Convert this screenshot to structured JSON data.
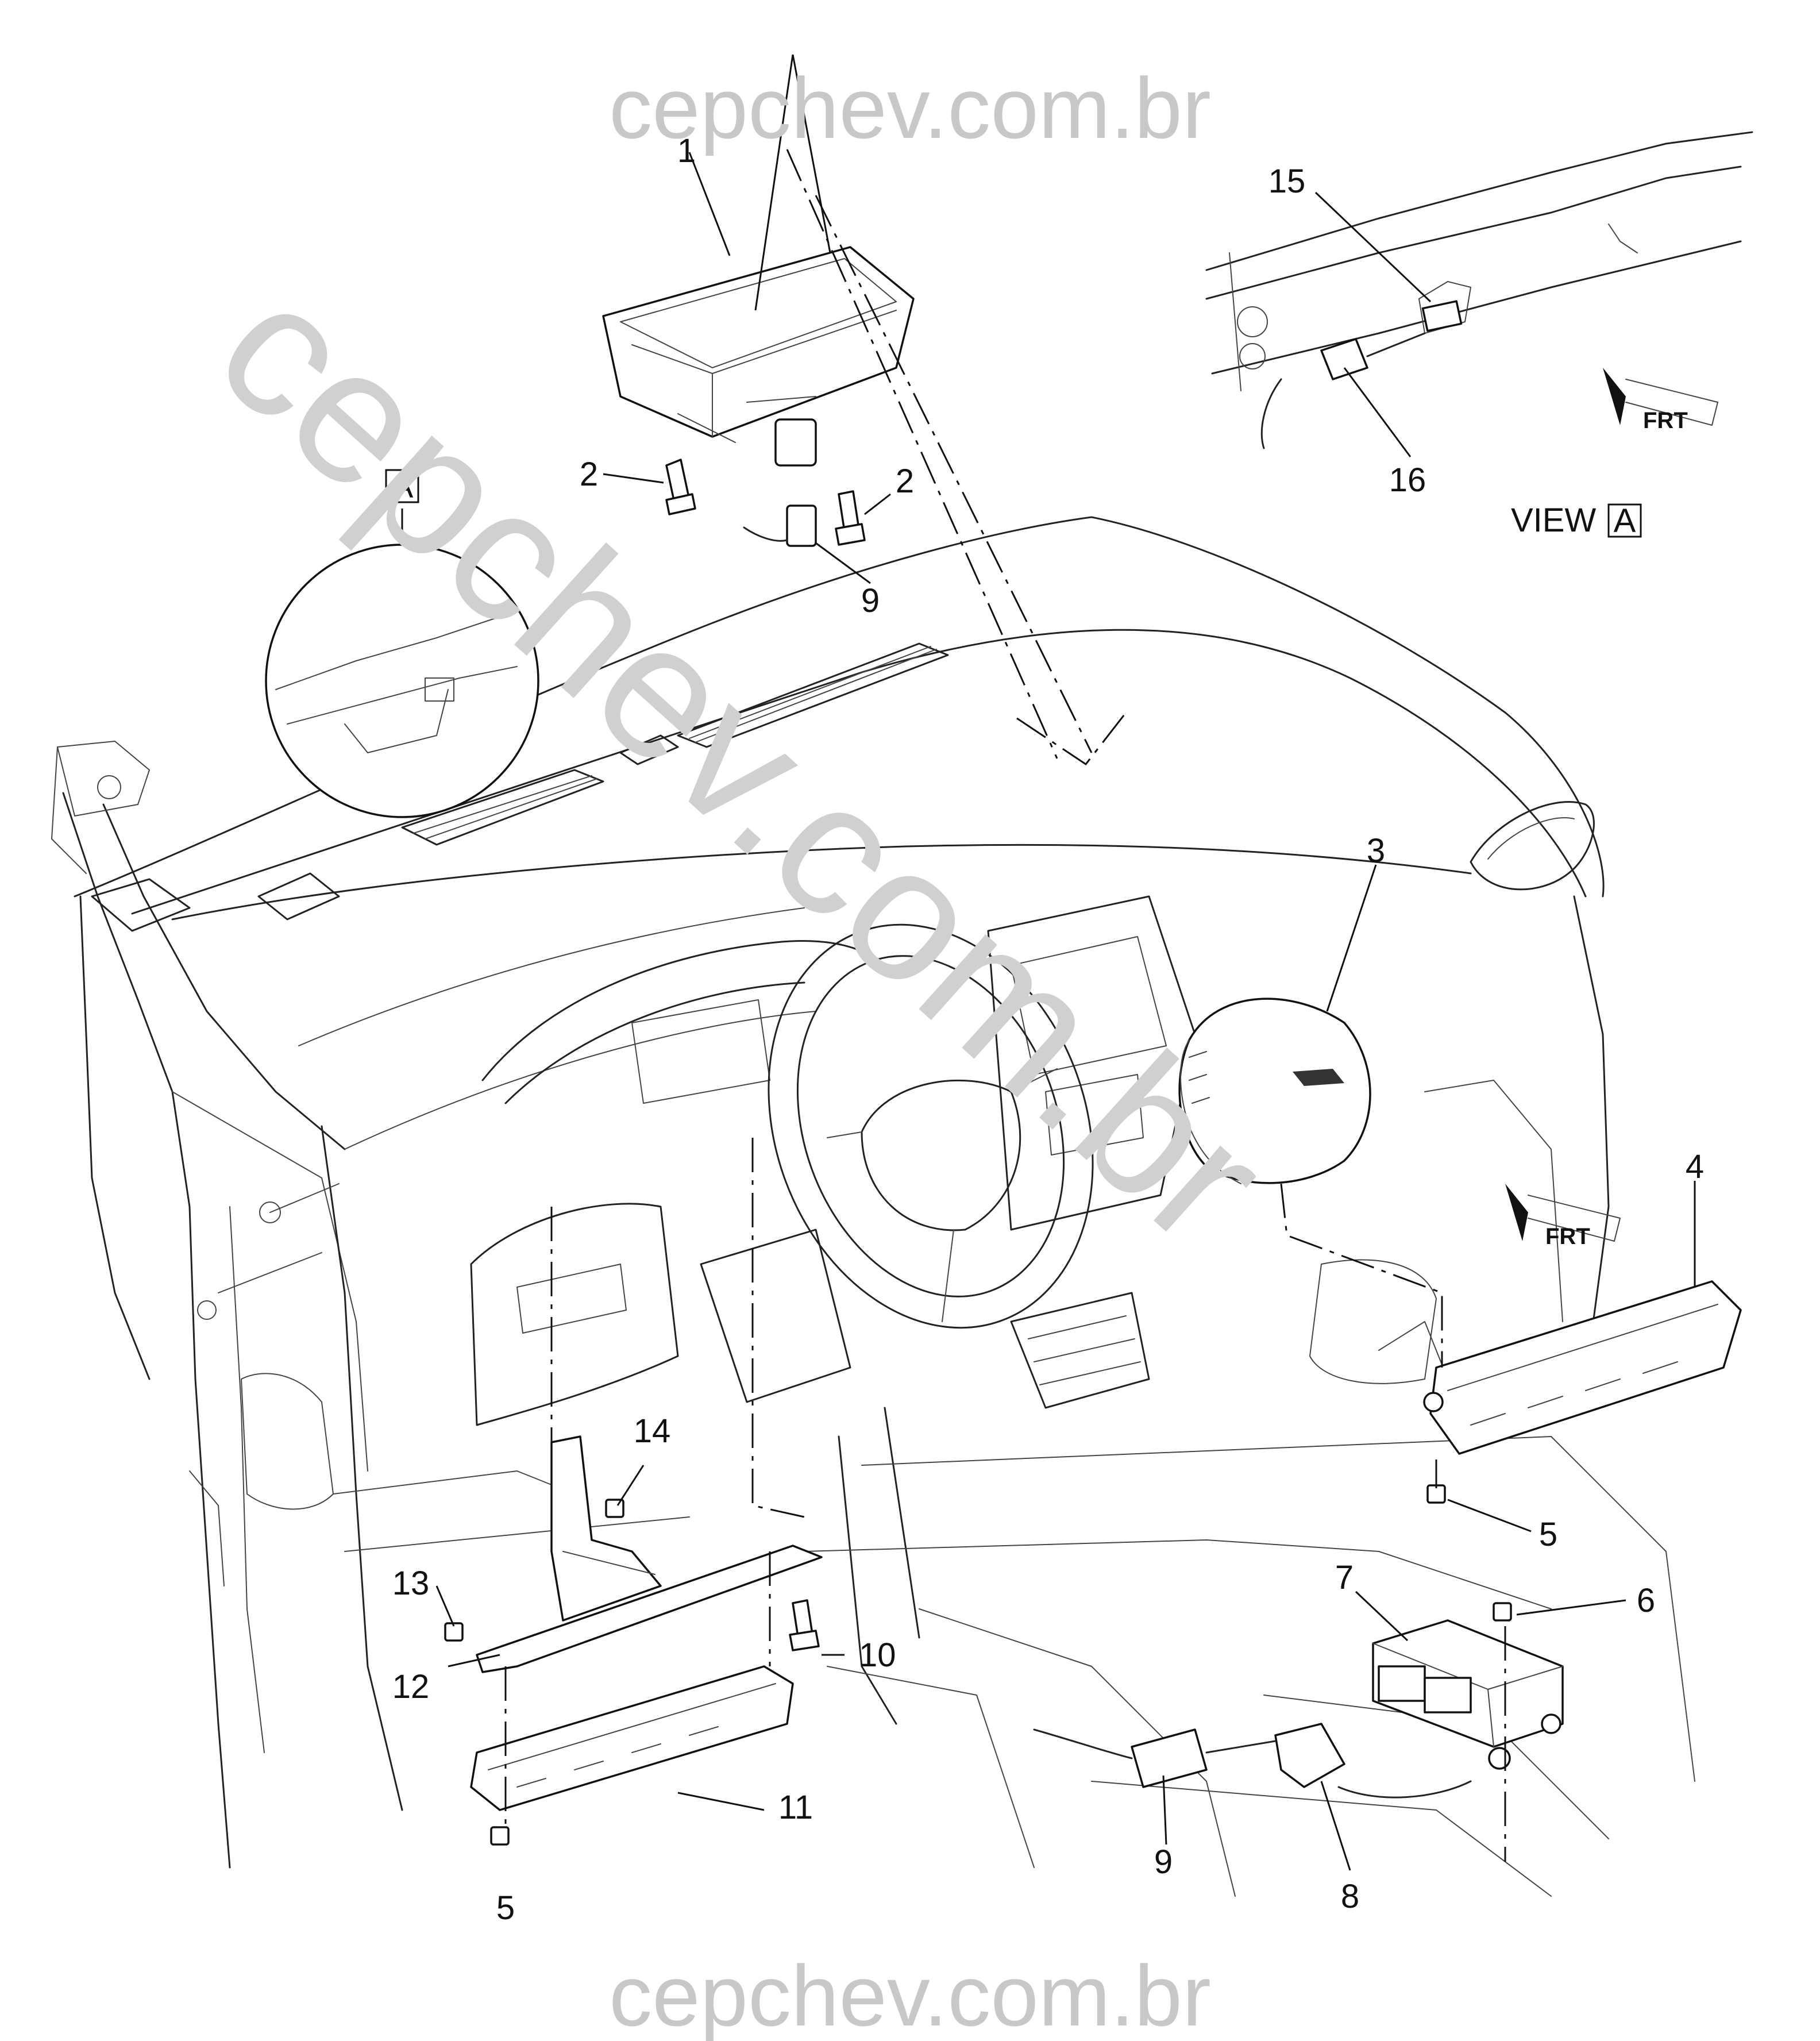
{
  "watermark": {
    "top": "cepchev.com.br",
    "bottom": "cepchev.com.br",
    "diagonal": "cepchev.com.br"
  },
  "view": {
    "detail_letter": "A",
    "label_prefix": "VIEW",
    "label_letter": "A"
  },
  "front_indicator": "FRT",
  "callouts": [
    "1",
    "2",
    "2",
    "3",
    "4",
    "5",
    "5",
    "6",
    "7",
    "8",
    "9",
    "9",
    "10",
    "11",
    "12",
    "13",
    "14",
    "15",
    "16"
  ]
}
